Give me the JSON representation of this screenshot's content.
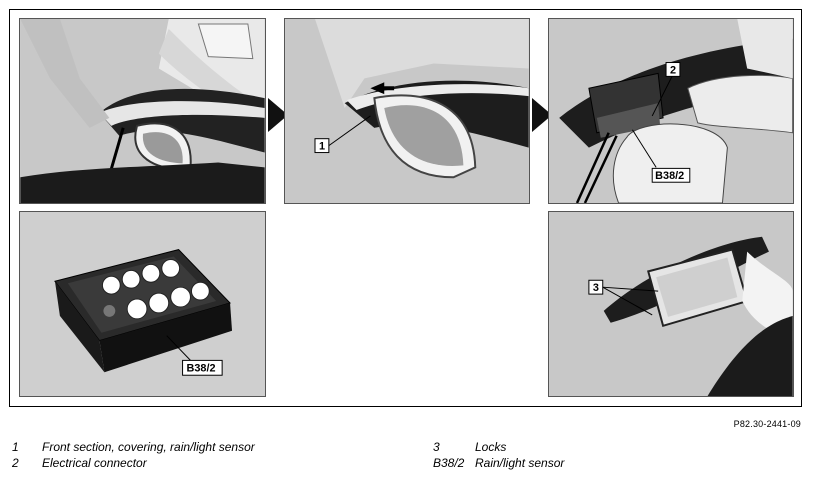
{
  "figure_ref": "P82.30-2441-09",
  "panels": {
    "p1": {},
    "p2": {
      "callout": "1"
    },
    "p3": {
      "callouts": [
        "2",
        "B38/2"
      ]
    },
    "p4": {
      "callout": "B38/2"
    },
    "p5": {
      "callout": "3"
    }
  },
  "legend": [
    {
      "key": "1",
      "text": "Front section, covering, rain/light sensor"
    },
    {
      "key": "2",
      "text": "Electrical connector"
    },
    {
      "key": "3",
      "text": "Locks"
    },
    {
      "key": "B38/2",
      "text": "Rain/light sensor"
    }
  ]
}
